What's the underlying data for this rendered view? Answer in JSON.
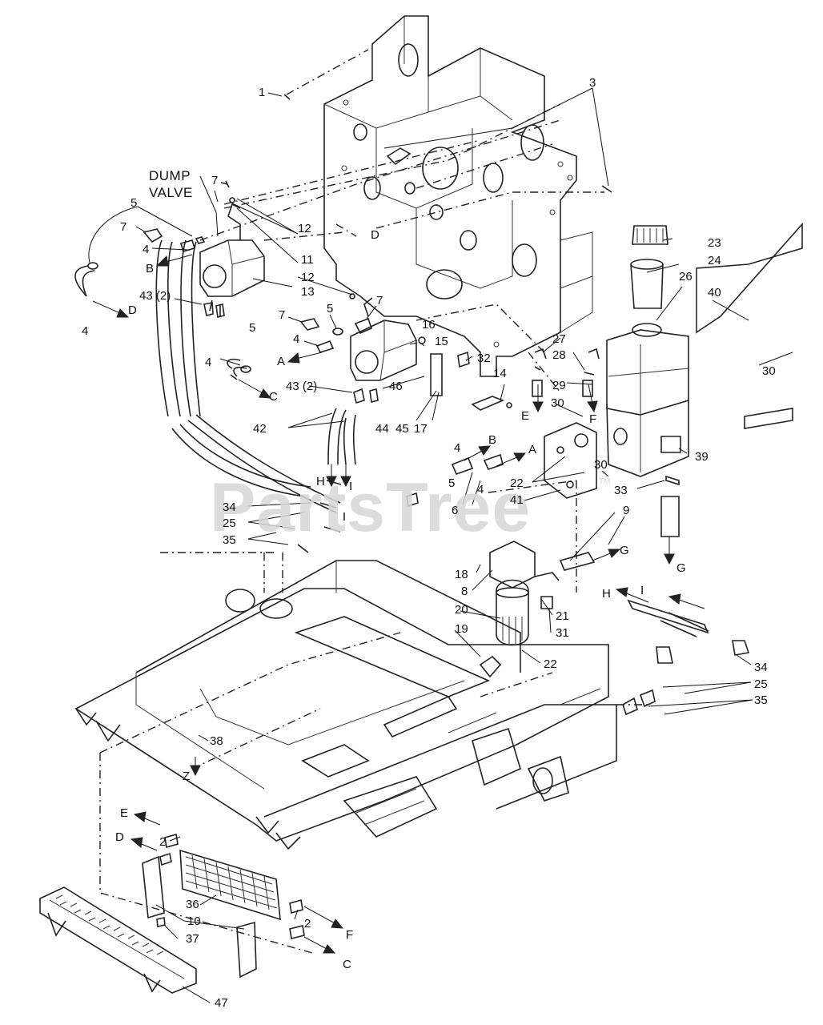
{
  "watermark": "PartsTree",
  "trademark": "TM",
  "headings": {
    "dump_valve_line1": "DUMP",
    "dump_valve_line2": "VALVE"
  },
  "callouts": [
    {
      "id": "c1",
      "text": "1"
    },
    {
      "id": "c3",
      "text": "3"
    },
    {
      "id": "c7a",
      "text": "7"
    },
    {
      "id": "c5a",
      "text": "5"
    },
    {
      "id": "c7b",
      "text": "7"
    },
    {
      "id": "c4a",
      "text": "4"
    },
    {
      "id": "cB1",
      "text": "B"
    },
    {
      "id": "c12",
      "text": "12"
    },
    {
      "id": "c11",
      "text": "11"
    },
    {
      "id": "cD1",
      "text": "D"
    },
    {
      "id": "c12b",
      "text": "12"
    },
    {
      "id": "c13",
      "text": "13"
    },
    {
      "id": "c43a",
      "text": "43 (2)"
    },
    {
      "id": "c4b",
      "text": "4"
    },
    {
      "id": "cD2",
      "text": "D"
    },
    {
      "id": "c7c",
      "text": "7"
    },
    {
      "id": "c5b",
      "text": "5"
    },
    {
      "id": "c7d",
      "text": "7"
    },
    {
      "id": "c5c",
      "text": "5"
    },
    {
      "id": "c16",
      "text": "16"
    },
    {
      "id": "c4c",
      "text": "4"
    },
    {
      "id": "cA1",
      "text": "A"
    },
    {
      "id": "c15",
      "text": "15"
    },
    {
      "id": "c4d",
      "text": "4"
    },
    {
      "id": "cC1",
      "text": "C"
    },
    {
      "id": "c43b",
      "text": "43 (2)"
    },
    {
      "id": "c46",
      "text": "46"
    },
    {
      "id": "c32",
      "text": "32"
    },
    {
      "id": "c14",
      "text": "14"
    },
    {
      "id": "c44",
      "text": "44"
    },
    {
      "id": "c45",
      "text": "45"
    },
    {
      "id": "c17",
      "text": "17"
    },
    {
      "id": "c42",
      "text": "42"
    },
    {
      "id": "cH1",
      "text": "H"
    },
    {
      "id": "cI1",
      "text": "I"
    },
    {
      "id": "c23",
      "text": "23"
    },
    {
      "id": "c24",
      "text": "24"
    },
    {
      "id": "c26",
      "text": "26"
    },
    {
      "id": "c40",
      "text": "40"
    },
    {
      "id": "c27",
      "text": "27"
    },
    {
      "id": "c28",
      "text": "28"
    },
    {
      "id": "c29",
      "text": "29"
    },
    {
      "id": "cE1",
      "text": "E"
    },
    {
      "id": "cF1",
      "text": "F"
    },
    {
      "id": "c30a",
      "text": "30"
    },
    {
      "id": "c30b",
      "text": "30"
    },
    {
      "id": "c39",
      "text": "39"
    },
    {
      "id": "cB2",
      "text": "B"
    },
    {
      "id": "cA2",
      "text": "A"
    },
    {
      "id": "c4e",
      "text": "4"
    },
    {
      "id": "c5d",
      "text": "5"
    },
    {
      "id": "c4f",
      "text": "4"
    },
    {
      "id": "c6",
      "text": "6"
    },
    {
      "id": "c22a",
      "text": "22"
    },
    {
      "id": "c41",
      "text": "41"
    },
    {
      "id": "c30c",
      "text": "30"
    },
    {
      "id": "c33",
      "text": "33"
    },
    {
      "id": "c9",
      "text": "9"
    },
    {
      "id": "cG1",
      "text": "G"
    },
    {
      "id": "cG2",
      "text": "G"
    },
    {
      "id": "c34a",
      "text": "34"
    },
    {
      "id": "c25a",
      "text": "25"
    },
    {
      "id": "c35a",
      "text": "35"
    },
    {
      "id": "c18",
      "text": "18"
    },
    {
      "id": "c8",
      "text": "8"
    },
    {
      "id": "c20",
      "text": "20"
    },
    {
      "id": "c19",
      "text": "19"
    },
    {
      "id": "c21",
      "text": "21"
    },
    {
      "id": "c31",
      "text": "31"
    },
    {
      "id": "c22b",
      "text": "22"
    },
    {
      "id": "cH2",
      "text": "H"
    },
    {
      "id": "cI2",
      "text": "I"
    },
    {
      "id": "c34b",
      "text": "34"
    },
    {
      "id": "c25b",
      "text": "25"
    },
    {
      "id": "c35b",
      "text": "35"
    },
    {
      "id": "c38",
      "text": "38"
    },
    {
      "id": "cZ",
      "text": "Z"
    },
    {
      "id": "cE2",
      "text": "E"
    },
    {
      "id": "cD3",
      "text": "D"
    },
    {
      "id": "c2a",
      "text": "2"
    },
    {
      "id": "c36",
      "text": "36"
    },
    {
      "id": "c10",
      "text": "10"
    },
    {
      "id": "c37",
      "text": "37"
    },
    {
      "id": "c2b",
      "text": "2"
    },
    {
      "id": "cF2",
      "text": "F"
    },
    {
      "id": "cC2",
      "text": "C"
    },
    {
      "id": "c47",
      "text": "47"
    }
  ]
}
